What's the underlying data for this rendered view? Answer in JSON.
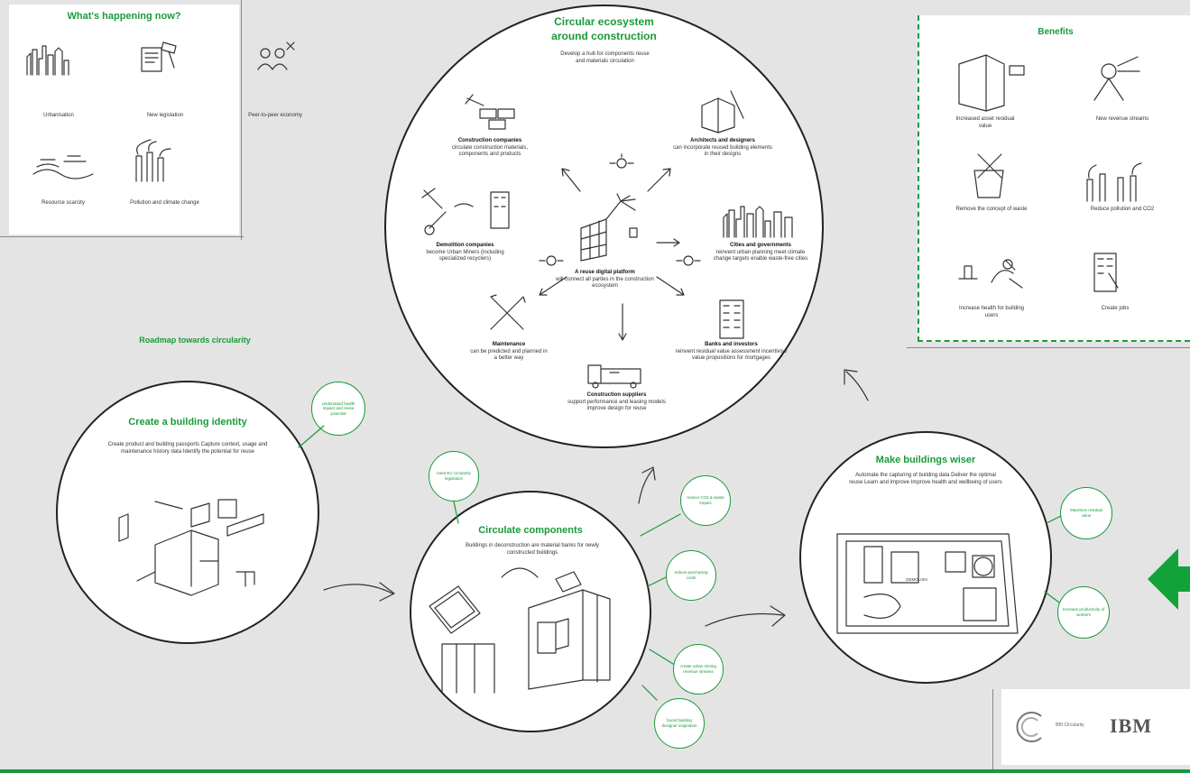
{
  "happening": {
    "title": "What's happening now?",
    "items": [
      "Urbanisation",
      "New legislation",
      "Peer-to-peer economy",
      "Resource scarcity",
      "Pollution and climate change"
    ]
  },
  "ecosystem": {
    "title_line1": "Circular ecosystem",
    "title_line2": "around construction",
    "subtitle": "Develop a hub for components reuse and materials circulation",
    "center": {
      "title": "A reuse digital platform",
      "text": "will connect all parties in the construction ecosystem"
    },
    "nodes": [
      {
        "title": "Construction companies",
        "text": "circulate construction materials, components and products"
      },
      {
        "title": "Architects and designers",
        "text": "can incorporate reused building elements in their designs"
      },
      {
        "title": "Demolition companies",
        "text": "become Urban Miners (including specialized recyclers)"
      },
      {
        "title": "Cities and governments",
        "text": "reinvent urban planning meet climate change targets enable waste-free cities"
      },
      {
        "title": "Maintenance",
        "text": "can be predicted and planned in a better way"
      },
      {
        "title": "Banks and investors",
        "text": "reinvent residual value assessment incentivise value propositions for mortgages"
      },
      {
        "title": "Construction suppliers",
        "text": "support performance and leasing models improve design for reuse"
      }
    ]
  },
  "benefits": {
    "title": "Benefits",
    "items": [
      "Increased asset residual value",
      "New revenue streams",
      "Remove the concept of waste",
      "Reduce pollution and CO2",
      "Increase health for building users",
      "Create jobs"
    ]
  },
  "roadmap": {
    "title": "Roadmap towards circularity"
  },
  "identity": {
    "title": "Create a building identity",
    "text": "Create product and building passports Capture context, usage and maintenance history data Identify the potential for reuse",
    "bubble": "Understand health impact and reuse potential"
  },
  "circulate": {
    "title": "Circulate components",
    "text": "Buildings in deconstruction are material banks for newly constructed buildings",
    "bubbles": [
      "meet EU circularity legislation",
      "reduce CO2 & waste impact",
      "reduce purchasing costs",
      "create urban mining revenue streams",
      "boost building designer inspiration"
    ]
  },
  "wiser": {
    "title": "Make buildings wiser",
    "text": "Automate the capturing of building data Deliver the optimal reuse Learn and improve Improve health and wellbeing of users",
    "bubbles": [
      "Maximize residual value",
      "Increase productivity of workers"
    ],
    "screen_label": "DEMOLISH"
  },
  "logos": {
    "partner_text": "BBI Circularity",
    "brand": "IBM"
  },
  "colors": {
    "accent": "#1a9a3a",
    "arrow": "#11a33a"
  }
}
